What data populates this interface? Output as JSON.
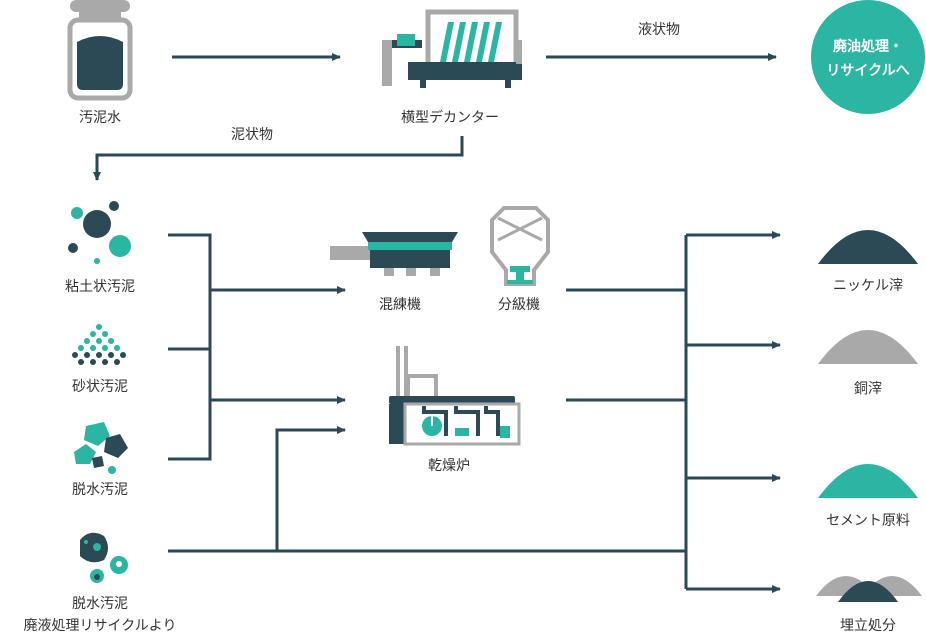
{
  "labels": {
    "sludge": "汚泥水",
    "decanter": "横型デカンター",
    "liquid": "液状物",
    "waste_oil_line1": "廃油処理・",
    "waste_oil_line2": "リサイクルへ",
    "muddy": "泥状物",
    "clay": "粘土状汚泥",
    "sand": "砂状汚泥",
    "dewatered": "脱水汚泥",
    "dewatered2_line1": "脱水汚泥",
    "dewatered2_line2": "廃液処理リサイクルより",
    "kneader": "混練機",
    "classifier": "分級機",
    "dryer": "乾燥炉",
    "nickel": "ニッケル滓",
    "copper": "銅滓",
    "cement": "セメント原料",
    "landfill": "埋立処分"
  },
  "colors": {
    "dark": "#2c4a55",
    "teal": "#2bb5a3",
    "gray": "#a9a9a9",
    "light_gray": "#c8c8c8",
    "line": "#2c4a55"
  }
}
